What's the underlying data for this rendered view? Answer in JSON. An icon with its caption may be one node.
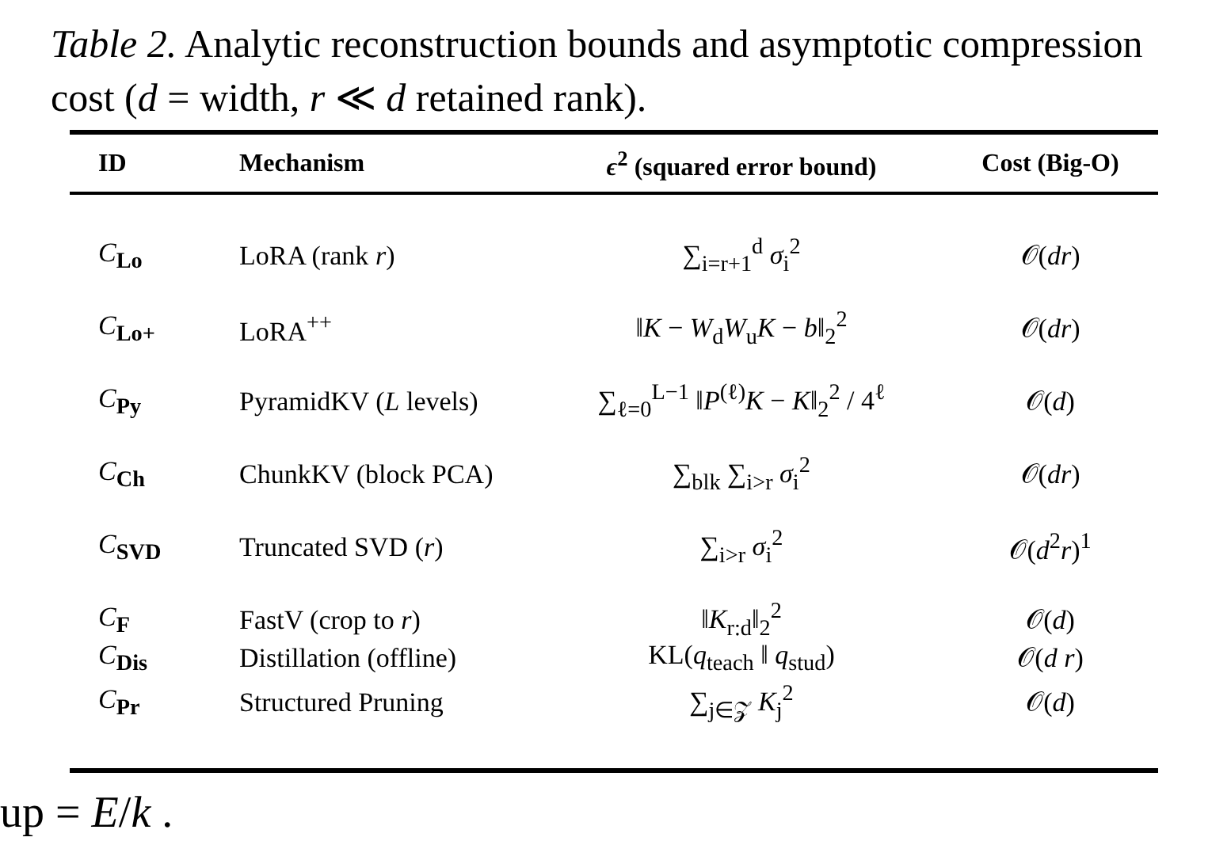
{
  "diagram": {
    "caption": "*Table 2.* Analytic reconstruction bounds and asymptotic compression cost (*d* = width, *r* ≪ *d* retained rank).",
    "labels": [
      "ID",
      "Mechanism",
      "*ϵ*$^{2}$ (squared error bound)",
      "Cost (Big-O)",
      "*C*$_{Lo}$",
      "LoRA (rank *r*)",
      "∑$_{i=r+1}$$^{d}$ *σ*$_{i}$$^{2}$",
      "𝒪(*dr*)",
      "*C*$_{Lo+}$",
      "LoRA$^{++}$",
      "‖*K* − *W*$_{d}$*W*$_{u}$*K* − *b*‖$_{2}$$^{2}$",
      "𝒪(*dr*)",
      "*C*$_{Py}$",
      "PyramidKV (*L* levels)",
      "∑$_{ℓ=0}$$^{L−1}$ ‖*P*$^{(ℓ)}$*K* − *K*‖$_{2}$$^{2}$ / 4$^{ℓ}$",
      "𝒪(*d*)",
      "*C*$_{Ch}$",
      "ChunkKV (block PCA)",
      "∑$_{blk}$ ∑$_{i>r}$ *σ*$_{i}$$^{2}$",
      "𝒪(*dr*)",
      "*C*$_{SVD}$",
      "Truncated SVD (*r*)",
      "∑$_{i>r}$ *σ*$_{i}$$^{2}$",
      "𝒪(*d*$^{2}$*r*)$^{1}$",
      "*C*$_{F}$",
      "FastV (crop to *r*)",
      "‖*K*$_{r:d}$‖$_{2}$$^{2}$",
      "𝒪(*d*)",
      "*C*$_{Dis}$",
      "Distillation (offline)",
      "KL(*q*$_{teach}$ ‖ *q*$_{stud}$)",
      "𝒪(*d r*)",
      "*C*$_{Pr}$",
      "Structured Pruning",
      "∑$_{j∈𝒵}$ *K*$_{j}$$^{2}$",
      "𝒪(*d*)",
      "up = *E*/*k* ."
    ]
  }
}
